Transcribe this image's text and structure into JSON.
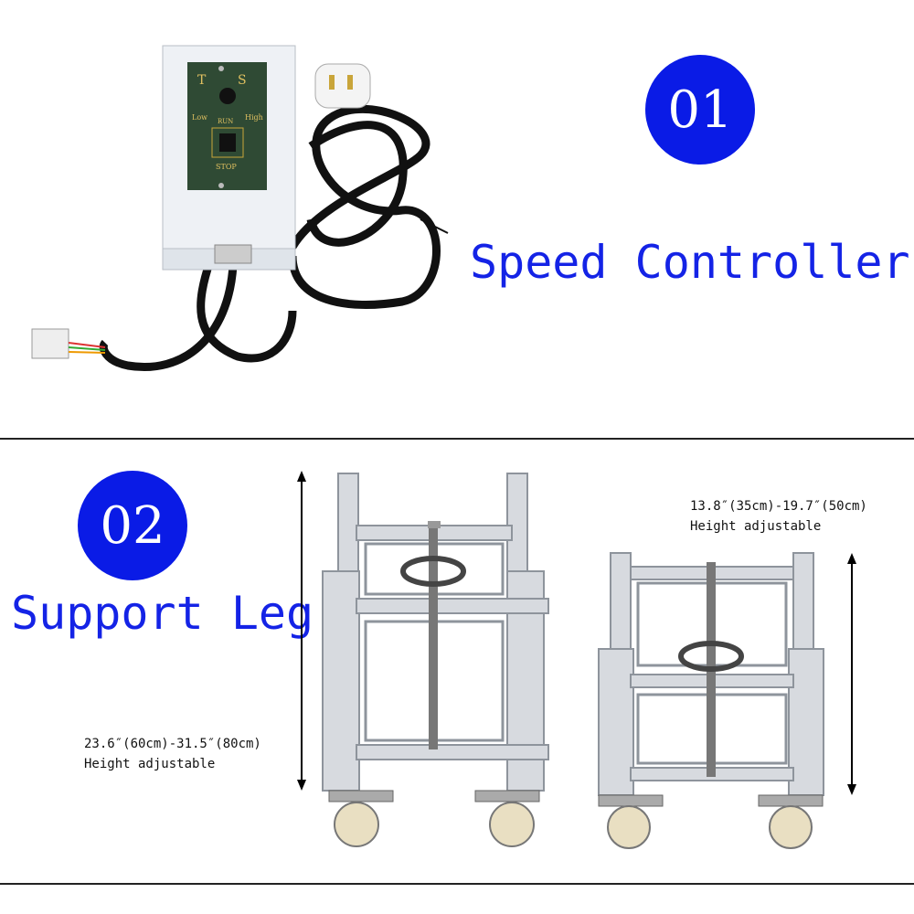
{
  "section1": {
    "number": "01",
    "title": "Speed Controller",
    "panel": {
      "t_label": "T",
      "s_label": "S",
      "low_label": "Low",
      "run_label": "RUN",
      "high_label": "High",
      "stop_label": "STOP"
    }
  },
  "section2": {
    "number": "02",
    "title": "Support Leg",
    "tall_leg": {
      "range": "23.6″(60cm)-31.5″(80cm)",
      "note": "Height adjustable"
    },
    "short_leg": {
      "range": "13.8″(35cm)-19.7″(50cm)",
      "note": "Height adjustable"
    }
  },
  "colors": {
    "badge": "#0a1be6",
    "title": "#1423e6",
    "divider": "#222222"
  }
}
